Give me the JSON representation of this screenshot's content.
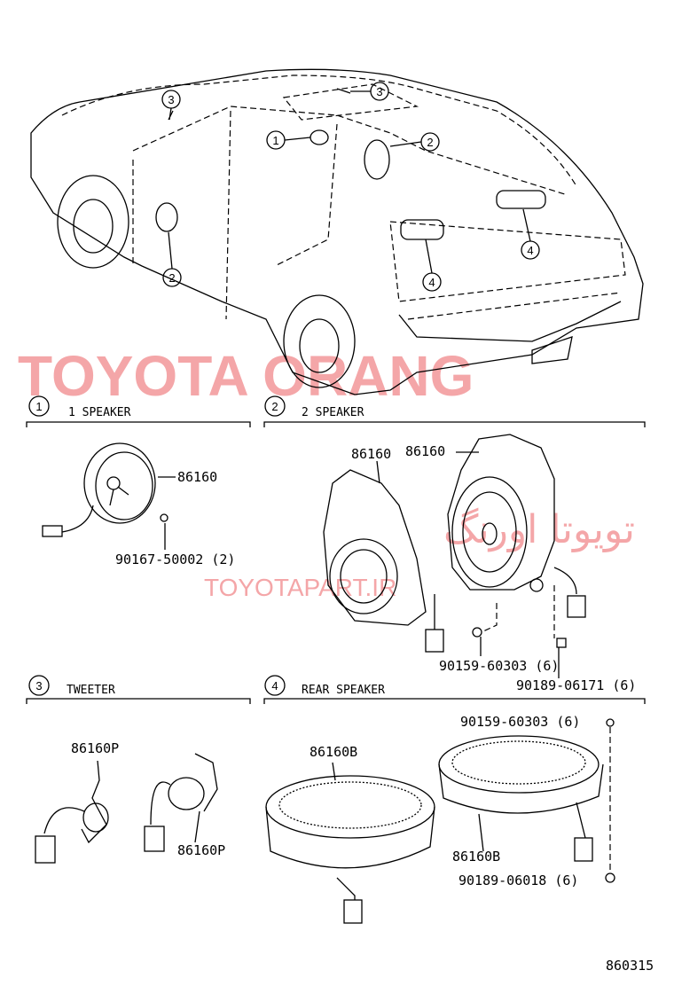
{
  "callouts": {
    "c1": "1",
    "c2": "2",
    "c3": "3",
    "c4": "4"
  },
  "sections": {
    "s1": "1  SPEAKER",
    "s2": "2  SPEAKER",
    "s3": "TWEETER",
    "s4": "REAR SPEAKER"
  },
  "parts": {
    "p1_speaker": "86160",
    "p1_screw": "90167-50002 (2)",
    "p2_speaker_a": "86160",
    "p2_speaker_b": "86160",
    "p2_screw": "90159-60303 (6)",
    "p2_clip": "90189-06171 (6)",
    "p3_tweeter_a": "86160P",
    "p3_tweeter_b": "86160P",
    "p4_screw": "90159-60303 (6)",
    "p4_speaker_a": "86160B",
    "p4_speaker_b": "86160B",
    "p4_clip": "90189-06018 (6)"
  },
  "figure_number": "860315",
  "watermarks": {
    "main": "TOYOTA ORANG",
    "persian": "تویوتا اورنگ",
    "site": "TOYOTAPART.IR"
  }
}
